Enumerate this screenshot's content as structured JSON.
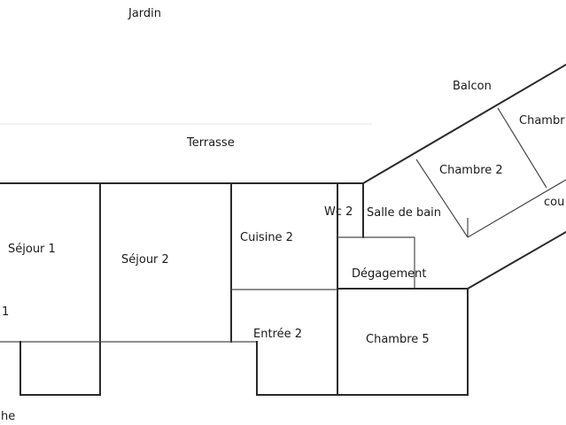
{
  "plan": {
    "labels": {
      "jardin": "Jardin",
      "balcon": "Balcon",
      "terrasse": "Terrasse",
      "chambre_cut": "Chambr",
      "chambre2": "Chambre 2",
      "couloir_cut": "cou",
      "wc2": "Wc 2",
      "salle_de_bain": "Salle de bain",
      "sejour1": "Séjour 1",
      "sejour2": "Séjour 2",
      "cuisine2": "Cuisine 2",
      "degagement": "Dégagement",
      "entree2": "Entrée 2",
      "chambre5": "Chambre 5",
      "left_digit": "1",
      "bottom_cut": "he"
    }
  }
}
